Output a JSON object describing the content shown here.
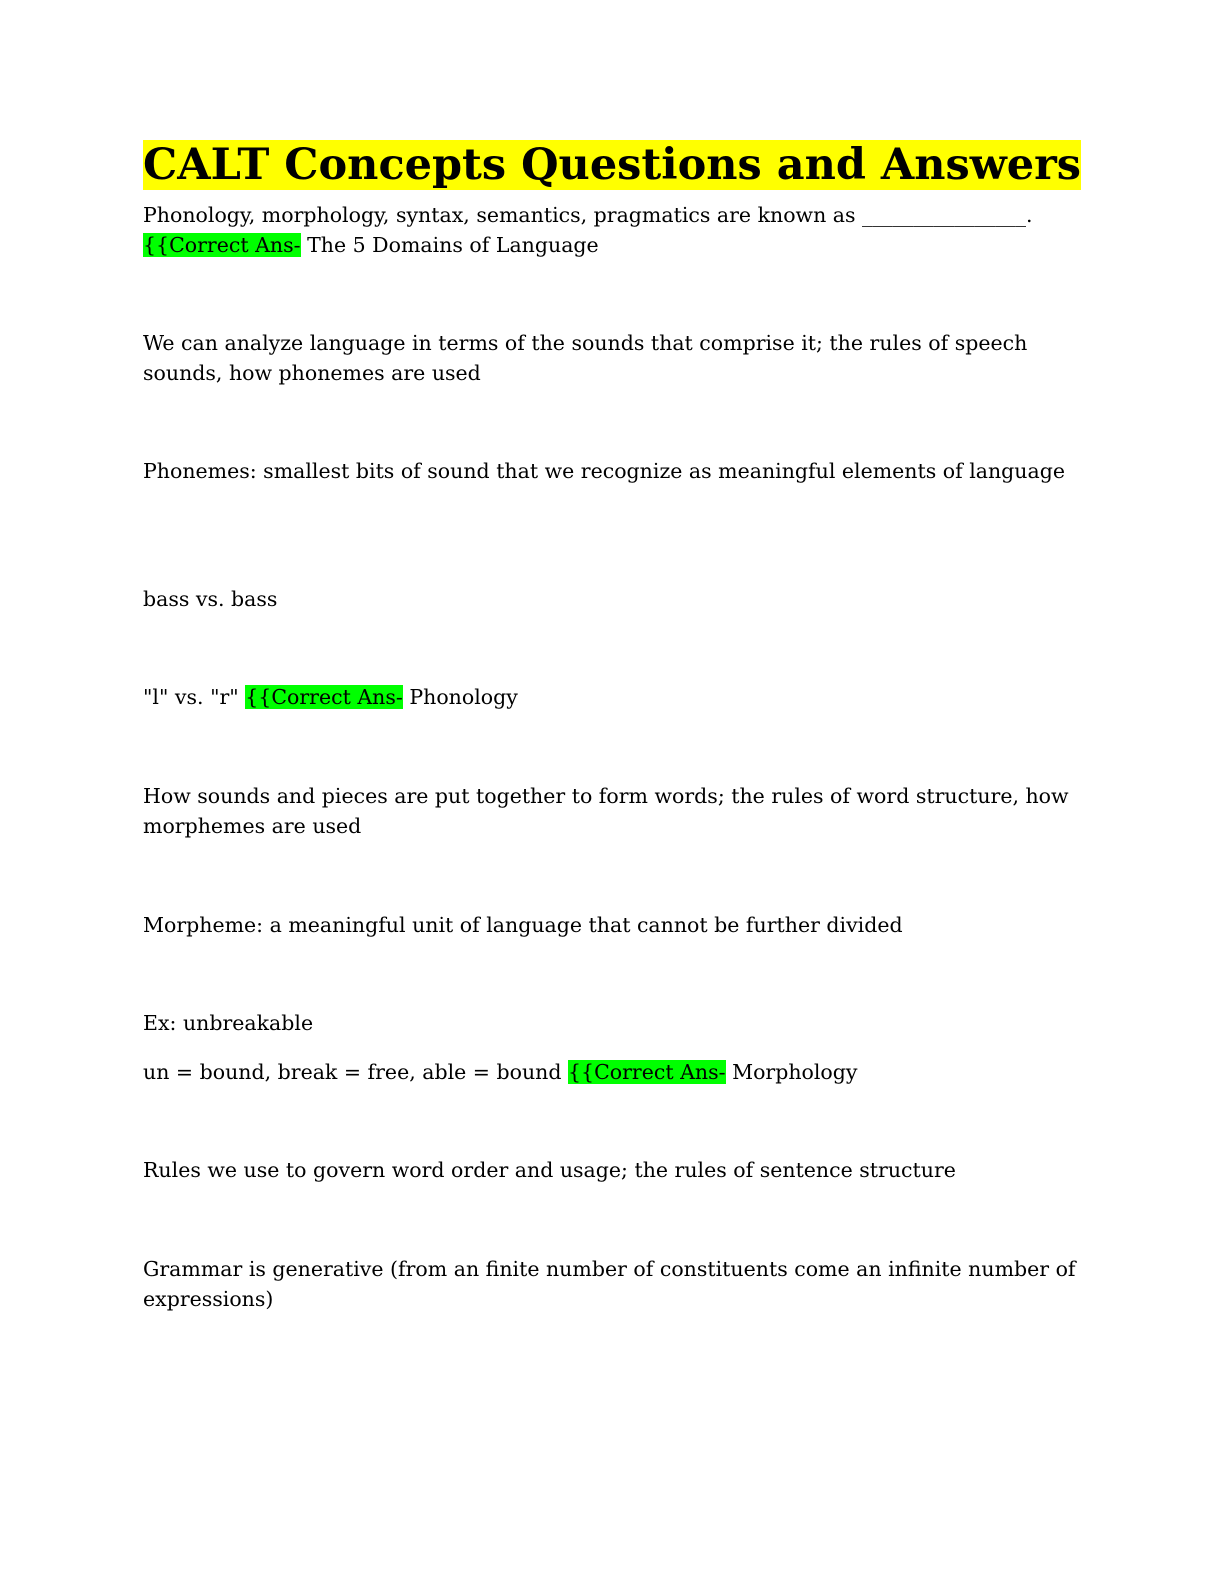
{
  "title": "CALT Concepts Questions and Answers",
  "answer_marker": "{{Correct Ans-",
  "colors": {
    "title_highlight": "#ffff00",
    "answer_highlight": "#00ff00"
  },
  "paragraphs": [
    {
      "text": "Phonology, morphology, syntax, semantics, pragmatics are known as ________________.",
      "answer": "The 5 Domains of Language"
    },
    {
      "text": "We can analyze language in terms of the sounds that comprise it; the rules of speech sounds, how phonemes are used"
    },
    {
      "text": "Phonemes: smallest bits of sound that we recognize as meaningful elements of language"
    },
    {
      "text": "bass vs. bass"
    },
    {
      "text": "\"l\" vs. \"r\"",
      "answer": "Phonology"
    },
    {
      "text": "How sounds and pieces are put together to form words; the rules of word structure, how morphemes are used"
    },
    {
      "text": "Morpheme: a meaningful unit of language that cannot be further divided"
    },
    {
      "text": "Ex: unbreakable"
    },
    {
      "text": "un = bound, break = free, able = bound",
      "answer": "Morphology"
    },
    {
      "text": "Rules we use to govern word order and usage; the rules of sentence structure"
    },
    {
      "text": "Grammar is generative (from an finite number of constituents come an infinite number of expressions)"
    }
  ]
}
